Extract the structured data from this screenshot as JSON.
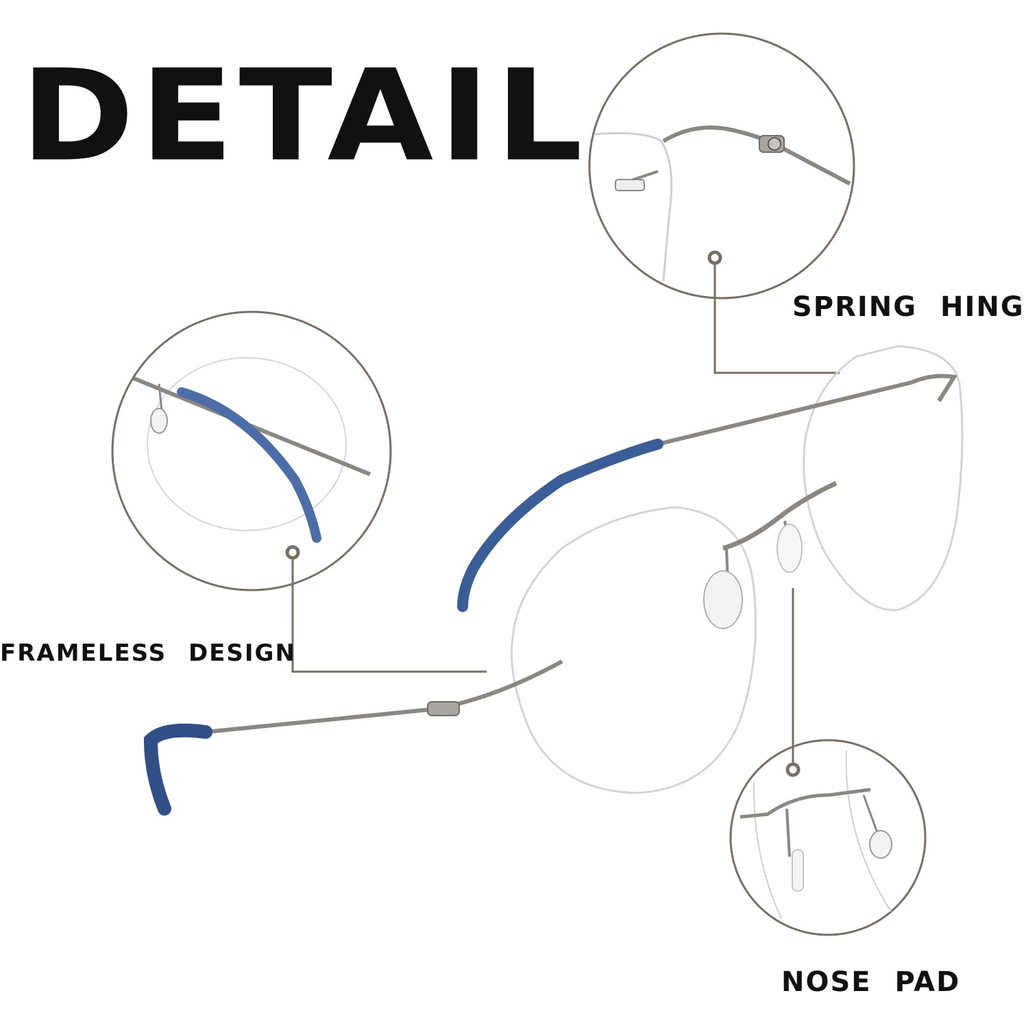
{
  "title": "DETAIL",
  "callouts": {
    "spring_hinge": "SPRING HINGE",
    "frameless_design": "FRAMELESS DESIGN",
    "nose_pad": "NOSE PAD"
  },
  "colors": {
    "circle_outline": "#7a6e62",
    "text": "#111111",
    "temple_tip": "#3a5e98",
    "metal": "#8a8680",
    "lens_edge": "#d4d4d4"
  }
}
